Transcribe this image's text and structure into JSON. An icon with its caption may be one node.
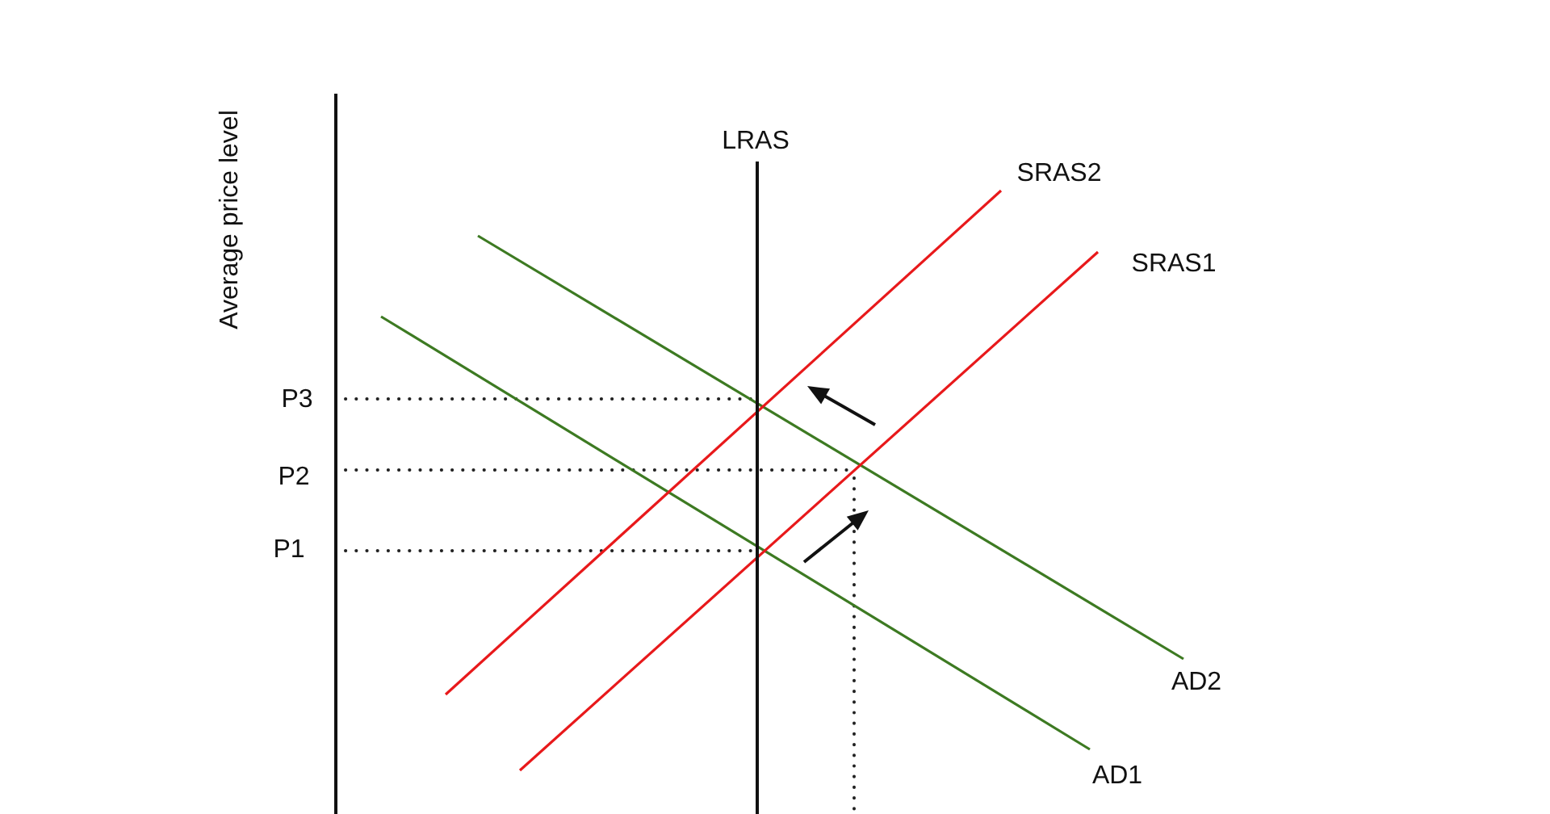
{
  "diagram": {
    "labels": [
      "Average price level",
      "LRAS",
      "SRAS2",
      "SRAS1",
      "P3",
      "P2",
      "P1",
      "AD2",
      "AD1"
    ]
  }
}
